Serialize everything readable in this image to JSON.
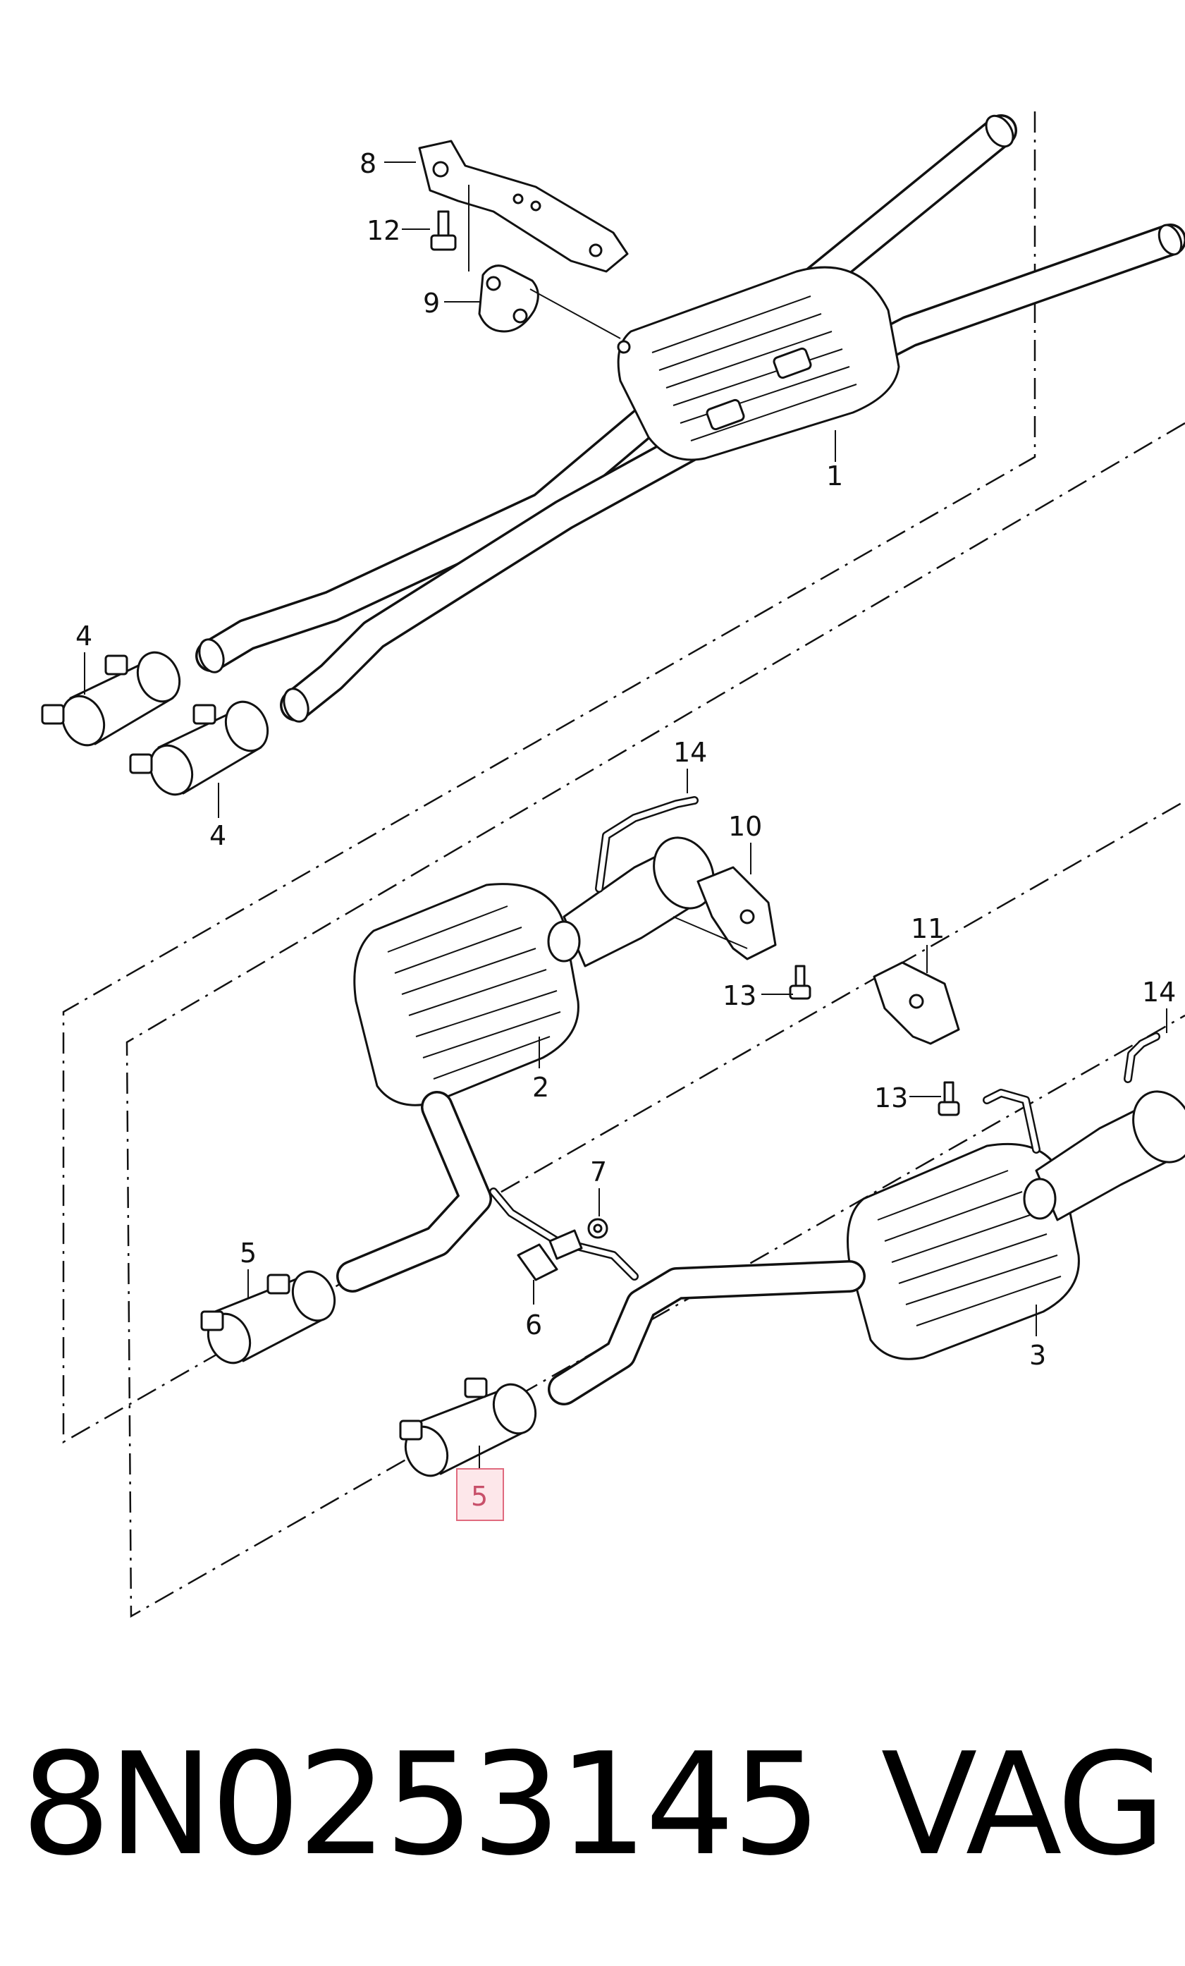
{
  "callouts": {
    "c1": "1",
    "c2": "2",
    "c3": "3",
    "c4a": "4",
    "c4b": "4",
    "c5a": "5",
    "c5b": "5",
    "c6": "6",
    "c7": "7",
    "c8": "8",
    "c9": "9",
    "c10": "10",
    "c11": "11",
    "c12": "12",
    "c13a": "13",
    "c13b": "13",
    "c14a": "14",
    "c14b": "14"
  },
  "highlight": {
    "callout": "5",
    "color": "#e06a7e"
  },
  "footer": {
    "part_number": "8N0253145",
    "brand": "VAG"
  }
}
